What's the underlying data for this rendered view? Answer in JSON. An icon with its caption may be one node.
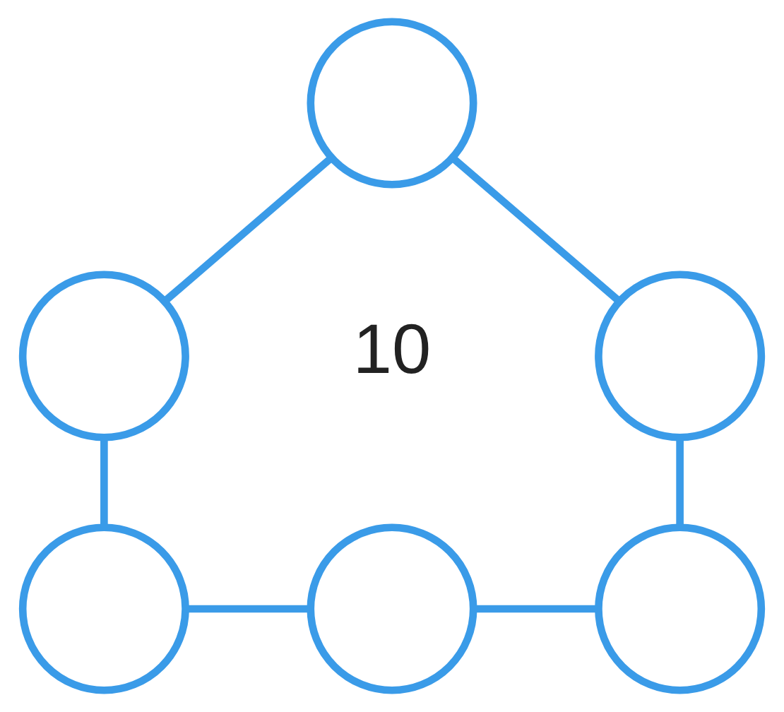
{
  "diagram": {
    "nodes": [
      {
        "text": [],
        "shape": "circle"
      },
      {
        "text": [],
        "shape": "circle"
      },
      {
        "text": [],
        "shape": "circle"
      },
      {
        "text": [],
        "shape": "circle"
      },
      {
        "text": [],
        "shape": "circle"
      },
      {
        "text": [],
        "shape": "circle"
      }
    ],
    "edges": [
      {
        "from": 0,
        "to": 1,
        "arrow": "none"
      },
      {
        "from": 0,
        "to": 2,
        "arrow": "none"
      },
      {
        "from": 1,
        "to": 3,
        "arrow": "none"
      },
      {
        "from": 2,
        "to": 5,
        "arrow": "none"
      },
      {
        "from": 3,
        "to": 4,
        "arrow": "none"
      },
      {
        "from": 4,
        "to": 5,
        "arrow": "none"
      }
    ],
    "labels": [
      "10"
    ]
  }
}
